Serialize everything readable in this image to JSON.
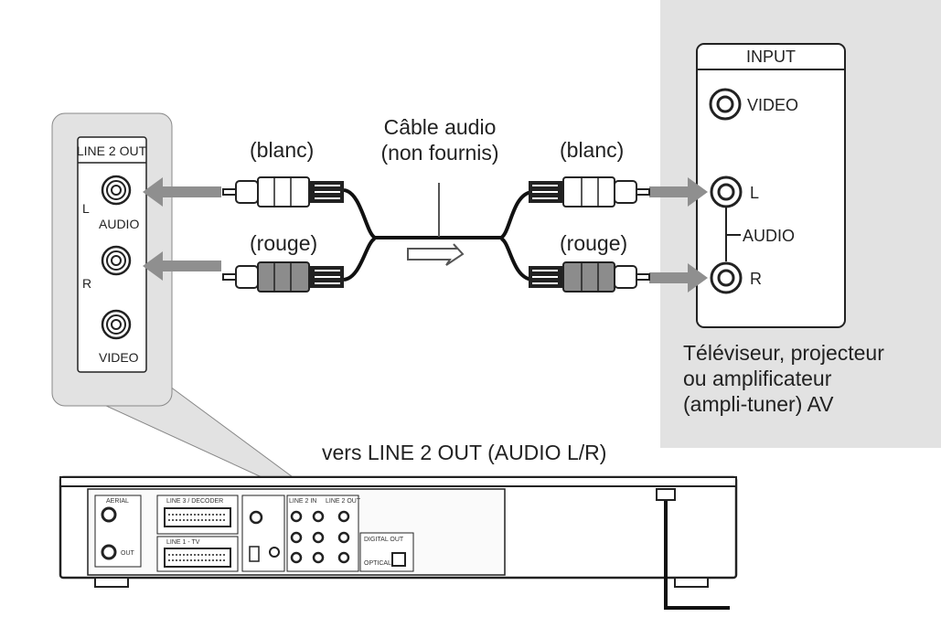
{
  "cable": {
    "line1": "Câble audio",
    "line2": "(non fournis)"
  },
  "plugs": {
    "left_top": "(blanc)",
    "left_bottom": "(rouge)",
    "right_top": "(blanc)",
    "right_bottom": "(rouge)"
  },
  "recorder_panel": {
    "title": "LINE 2 OUT",
    "l": "L",
    "audio": "AUDIO",
    "r": "R",
    "video": "VIDEO"
  },
  "tv_panel": {
    "title": "INPUT",
    "video": "VIDEO",
    "l": "L",
    "audio": "AUDIO",
    "r": "R",
    "device_lines": [
      "Téléviseur, projecteur",
      "ou amplificateur",
      "(ampli-tuner) AV"
    ]
  },
  "connection_label": "vers LINE 2 OUT (AUDIO L/R)",
  "rear_panel": {
    "antenna_in": "AERIAL",
    "antenna_out": "OUT",
    "line1": "LINE 1 - TV",
    "line3": "LINE 3 / DECODER",
    "digital_out": "DIGITAL OUT",
    "optical": "OPTICAL",
    "line2_out": "LINE 2 OUT",
    "line2_in": "LINE 2 IN"
  },
  "colors": {
    "panel_grey": "#e2e2e2",
    "arrow_grey": "#8f8f8f",
    "line": "#111111"
  }
}
